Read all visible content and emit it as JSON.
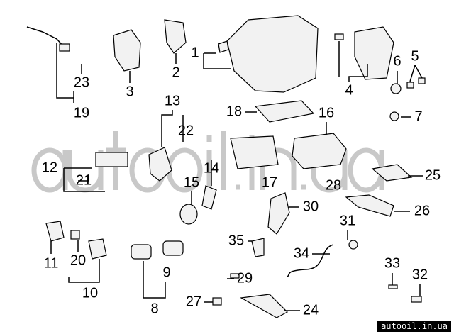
{
  "diagram": {
    "callouts": [
      "19",
      "23",
      "3",
      "2",
      "1",
      "4",
      "6",
      "5",
      "7",
      "13",
      "22",
      "18",
      "16",
      "12",
      "21",
      "14",
      "15",
      "17",
      "28",
      "25",
      "30",
      "26",
      "31",
      "35",
      "11",
      "20",
      "10",
      "9",
      "8",
      "34",
      "29",
      "33",
      "32",
      "27",
      "24"
    ]
  },
  "watermark": {
    "text": "autooil.in.ua",
    "badge": "autooil.in.ua"
  }
}
